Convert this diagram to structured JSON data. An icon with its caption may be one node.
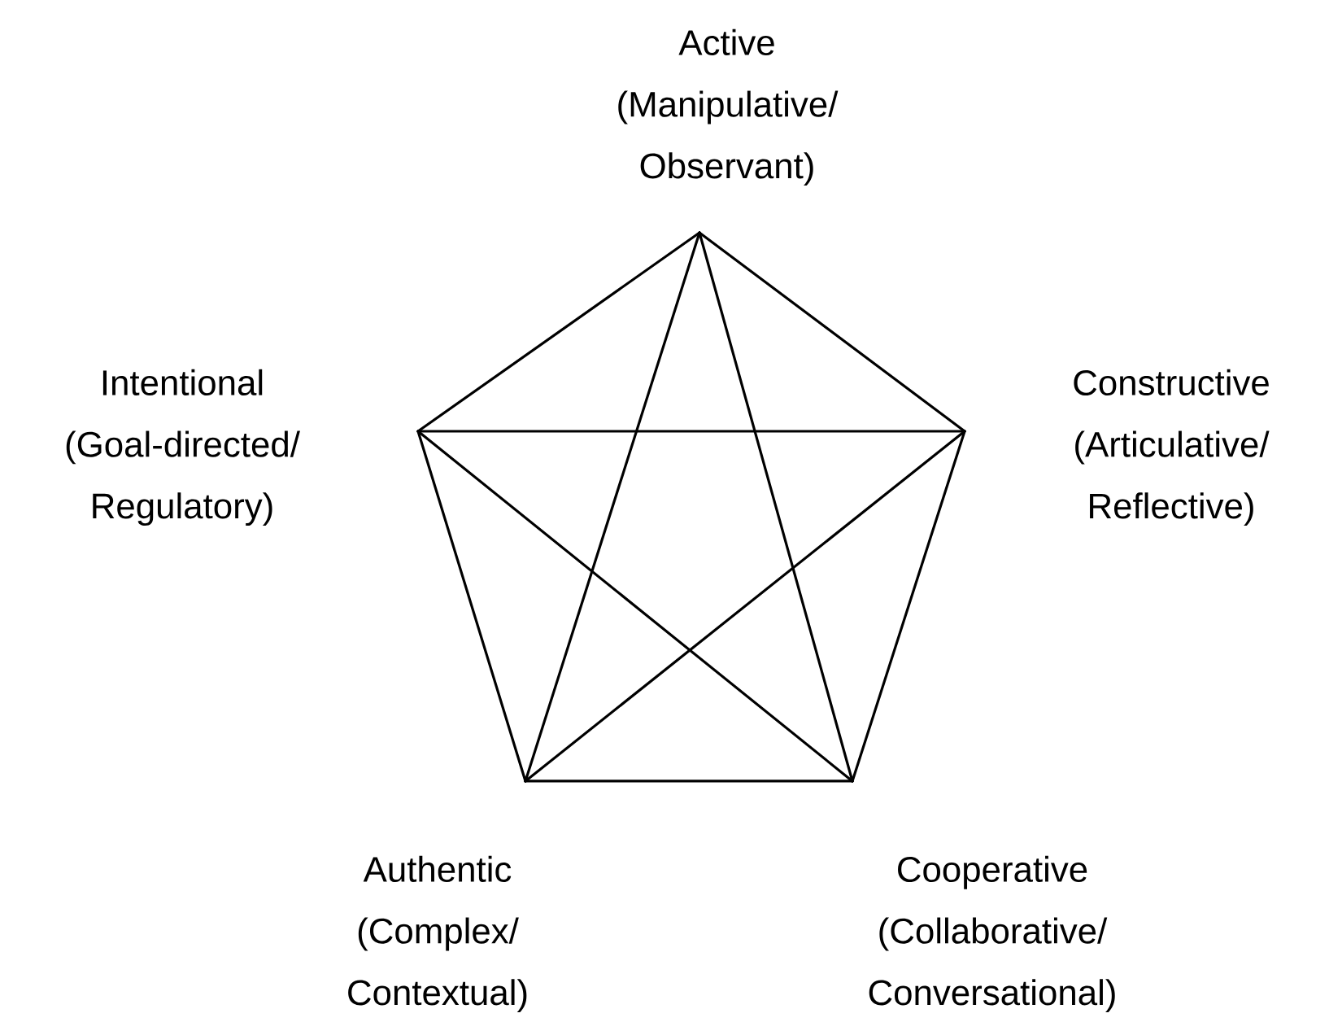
{
  "diagram": {
    "nodes": [
      {
        "text": [
          "Active",
          "(Manipulative/ Observant)"
        ]
      },
      {
        "text": [
          "Intentional",
          "(Goal-directed/ Regulatory)"
        ]
      },
      {
        "text": [
          "Constructive",
          "(Articulative/ Reflective)"
        ]
      },
      {
        "text": [
          "Authentic",
          "(Complex/ Contextual)"
        ]
      },
      {
        "text": [
          "Cooperative",
          "(Collaborative/ Conversational)"
        ]
      }
    ],
    "edges": [
      {
        "from": 0,
        "to": 1,
        "arrow": "none"
      },
      {
        "from": 0,
        "to": 2,
        "arrow": "none"
      },
      {
        "from": 0,
        "to": 3,
        "arrow": "none"
      },
      {
        "from": 0,
        "to": 4,
        "arrow": "none"
      },
      {
        "from": 1,
        "to": 2,
        "arrow": "none"
      },
      {
        "from": 1,
        "to": 3,
        "arrow": "none"
      },
      {
        "from": 1,
        "to": 4,
        "arrow": "none"
      },
      {
        "from": 2,
        "to": 3,
        "arrow": "none"
      },
      {
        "from": 2,
        "to": 4,
        "arrow": "none"
      },
      {
        "from": 3,
        "to": 4,
        "arrow": "none"
      }
    ]
  }
}
